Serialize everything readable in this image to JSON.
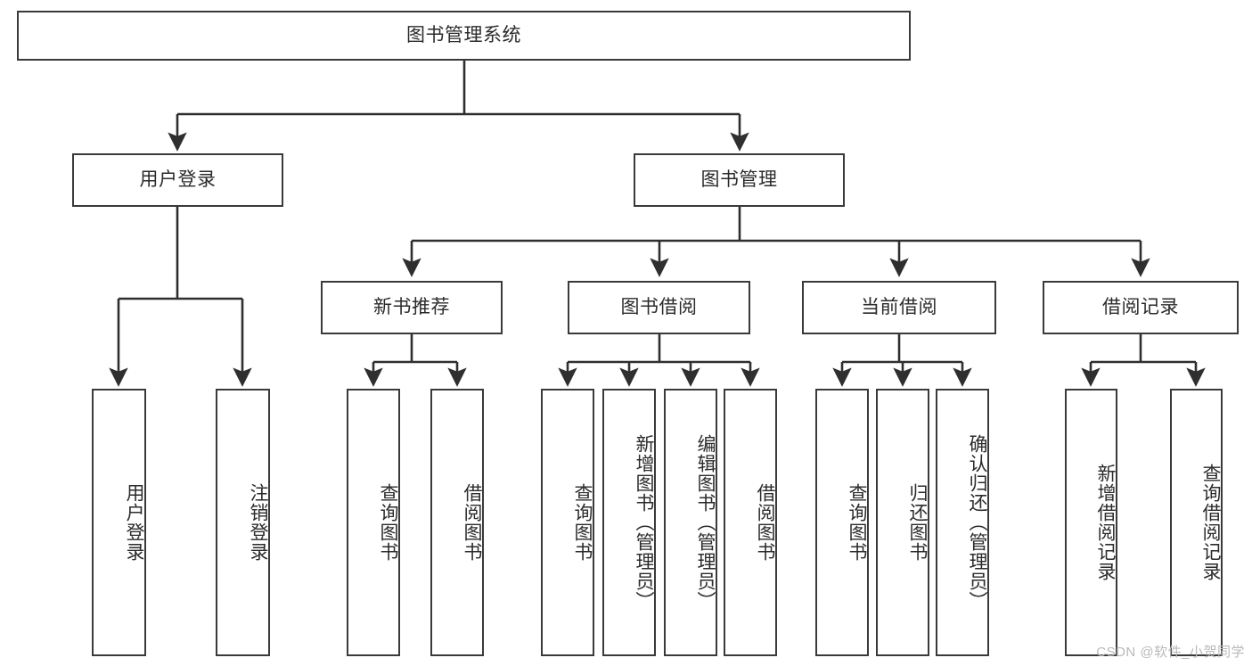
{
  "diagram": {
    "title": "图书管理系统",
    "type": "tree-hierarchy-chart",
    "root": {
      "label": "图书管理系统"
    },
    "level2": [
      {
        "label": "用户登录"
      },
      {
        "label": "图书管理"
      }
    ],
    "level3": [
      {
        "label": "新书推荐"
      },
      {
        "label": "图书借阅"
      },
      {
        "label": "当前借阅"
      },
      {
        "label": "借阅记录"
      }
    ],
    "leaves": {
      "user_login": [
        {
          "label": "用户登录"
        },
        {
          "label": "注销登录"
        }
      ],
      "new_book_recommend": [
        {
          "label": "查询图书"
        },
        {
          "label": "借阅图书"
        }
      ],
      "book_borrow": [
        {
          "label": "查询图书"
        },
        {
          "label": "新增图书（管理员）"
        },
        {
          "label": "编辑图书（管理员）"
        },
        {
          "label": "借阅图书"
        }
      ],
      "current_borrow": [
        {
          "label": "查询图书"
        },
        {
          "label": "归还图书"
        },
        {
          "label": "确认归还（管理员）"
        }
      ],
      "borrow_record": [
        {
          "label": "新增借阅记录"
        },
        {
          "label": "查询借阅记录"
        }
      ]
    }
  },
  "watermark": {
    "text": "CSDN @软件_小贺同学"
  },
  "colors": {
    "border": "#3a3a3a",
    "text": "#2b2b2b",
    "background": "#ffffff",
    "watermark": "#b9b9b9"
  }
}
